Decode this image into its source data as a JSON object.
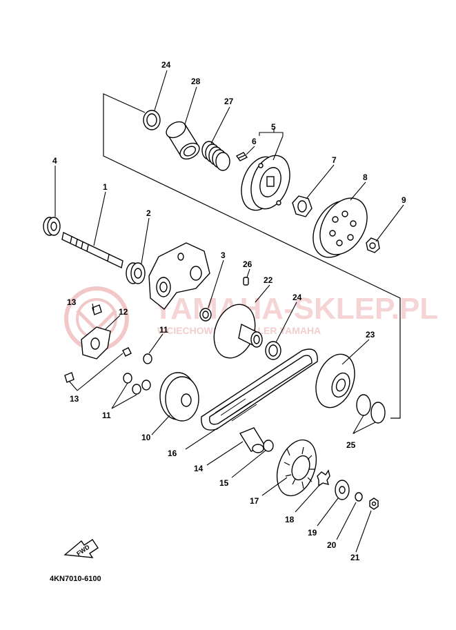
{
  "callouts": {
    "c1": "1",
    "c2": "2",
    "c3": "3",
    "c4": "4",
    "c5": "5",
    "c6": "6",
    "c7": "7",
    "c8": "8",
    "c9": "9",
    "c10": "10",
    "c11a": "11",
    "c11b": "11",
    "c12": "12",
    "c13a": "13",
    "c13b": "13",
    "c14": "14",
    "c15": "15",
    "c16": "16",
    "c17": "17",
    "c18": "18",
    "c19": "19",
    "c20": "20",
    "c21": "21",
    "c22": "22",
    "c23": "23",
    "c24a": "24",
    "c24b": "24",
    "c25": "25",
    "c26": "26",
    "c27": "27",
    "c28": "28"
  },
  "watermark": {
    "main": "YAMAHA-SKLEP.PL",
    "sub": "WCIECHOWSKI | DEALER YAMAHA"
  },
  "forward_badge": "FWD",
  "diagram_code": "4KN7010-6100",
  "colors": {
    "ink": "#000000",
    "watermark": "#f2c9c9",
    "paper": "#ffffff"
  }
}
